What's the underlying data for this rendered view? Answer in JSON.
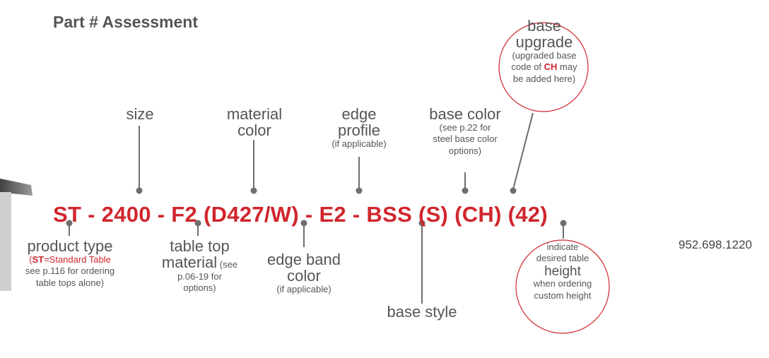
{
  "title": "Part # Assessment",
  "part_number": "ST - 2400 - F2 (D427/W) - E2 - BSS (S) (CH) (42)",
  "phone": "952.698.1220",
  "labels": {
    "size": "size",
    "material_color": {
      "line1": "material",
      "line2": "color"
    },
    "edge_profile": {
      "line1": "edge",
      "line2": "profile",
      "note": "(if applicable)"
    },
    "base_color": {
      "main": "base color",
      "note1": "(see p.22 for",
      "note2": "steel base color",
      "note3": "options)"
    },
    "base_upgrade": {
      "line1": "base",
      "line2": "upgrade",
      "note1": "(upgraded base",
      "note2_pre": "code of ",
      "code": "CH",
      "note2_post": " may",
      "note3": "be added here)"
    },
    "product_type": {
      "main": "product type",
      "code": "ST",
      "code_desc": "=Standard Table",
      "note1": "see p.116 for ordering",
      "note2": "table tops alone)",
      "paren": "("
    },
    "table_top_material": {
      "line1": "table top",
      "line2_main": "material",
      "line2_note": " (see",
      "note1": "p.06-19 for",
      "note2": "options)"
    },
    "edge_band_color": {
      "line1": "edge band",
      "line2": "color",
      "note": "(if applicable)"
    },
    "base_style": "base style",
    "height": {
      "note1": "indicate",
      "note2": "desired table",
      "main": "height",
      "note3": "when ordering",
      "note4": "custom height"
    }
  },
  "colors": {
    "accent": "#d0262d",
    "text": "#555555",
    "line": "#6e6e6e"
  }
}
